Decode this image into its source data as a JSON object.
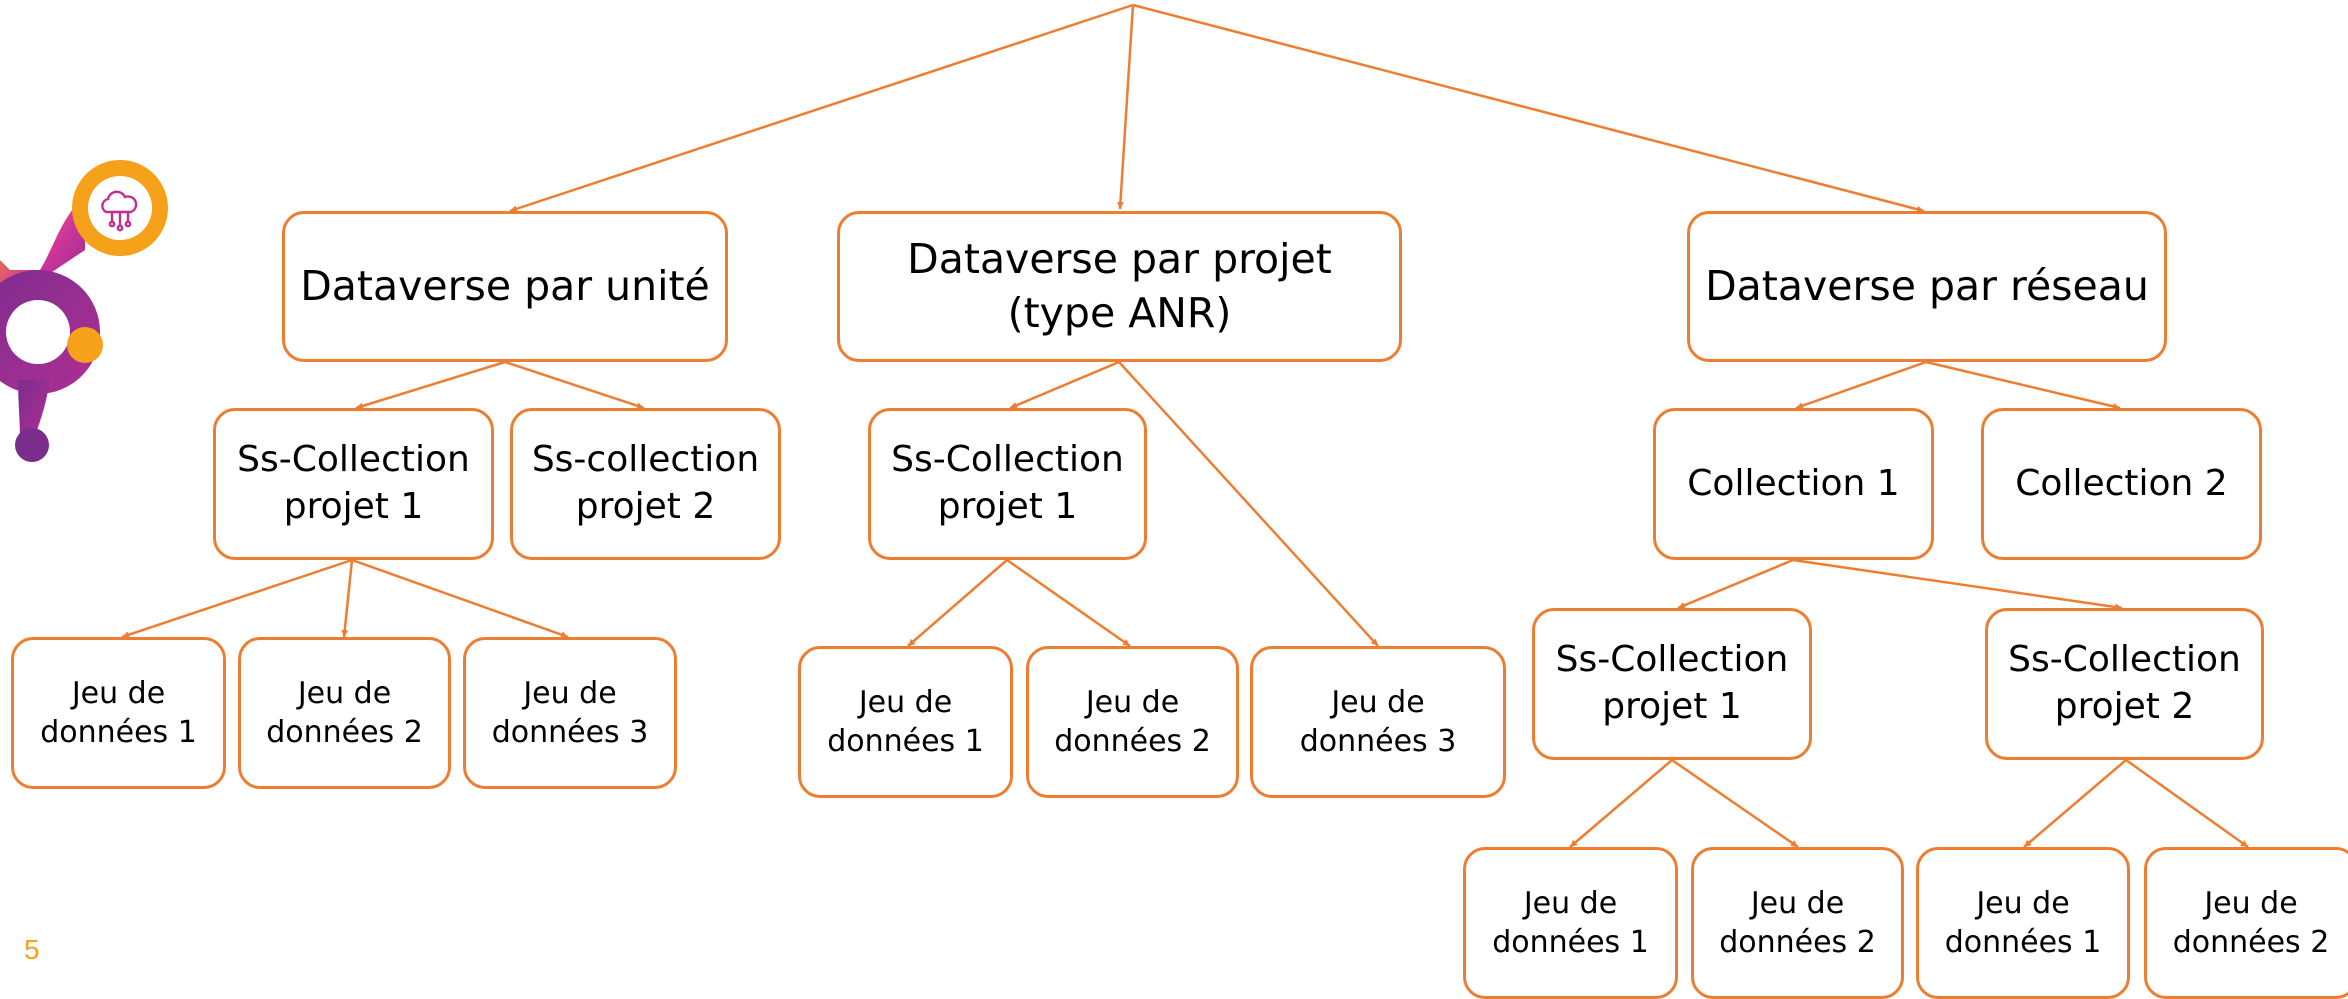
{
  "colors": {
    "accent": "#ED7D31",
    "page_number": "#F5A11A",
    "logo_orange": "#F5A11A",
    "logo_purple": "#7B2D8E",
    "logo_magenta": "#C0308F"
  },
  "logo": {
    "icon": "cloud-network-icon"
  },
  "page_number": "5",
  "nodes": {
    "unite": "Dataverse par unité",
    "projet": "Dataverse par projet\n(type ANR)",
    "reseau": "Dataverse par réseau",
    "u_sc1": "Ss-Collection\nprojet 1",
    "u_sc2": "Ss-collection\nprojet 2",
    "u_j1": "Jeu de\ndonnées 1",
    "u_j2": "Jeu de\ndonnées 2",
    "u_j3": "Jeu de\ndonnées 3",
    "p_sc1": "Ss-Collection\nprojet 1",
    "p_j1": "Jeu de\ndonnées 1",
    "p_j2": "Jeu de\ndonnées 2",
    "p_j3": "Jeu de\ndonnées 3",
    "r_c1": "Collection 1",
    "r_c2": "Collection 2",
    "r_sc1": "Ss-Collection\nprojet 1",
    "r_sc2": "Ss-Collection\nprojet 2",
    "r_sc1_j1": "Jeu de\ndonnées 1",
    "r_sc1_j2": "Jeu de\ndonnées 2",
    "r_sc2_j1": "Jeu de\ndonnées 1",
    "r_sc2_j2": "Jeu de\ndonnées 2"
  }
}
